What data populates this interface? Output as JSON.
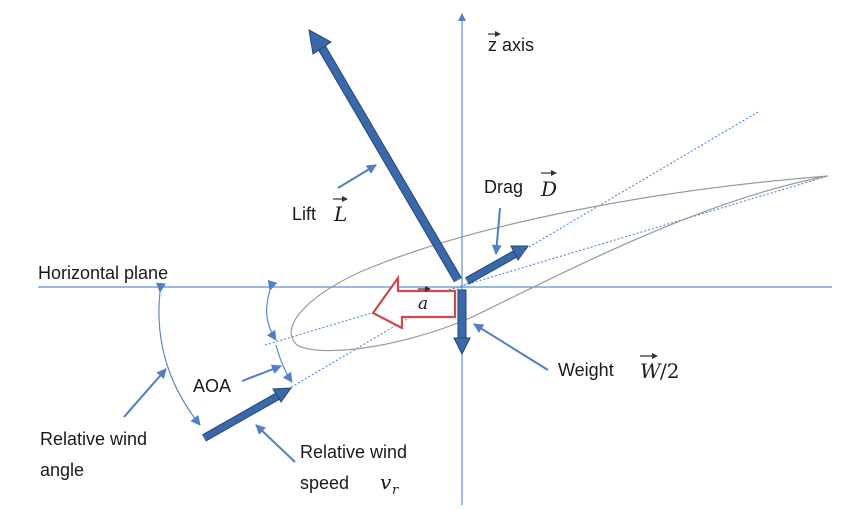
{
  "labels": {
    "z_axis": "z axis",
    "horizontal_plane": "Horizontal plane",
    "lift": "Lift",
    "lift_symbol": "L",
    "drag": "Drag",
    "drag_symbol": "D",
    "accel_symbol": "a",
    "weight": "Weight",
    "weight_symbol": "W",
    "weight_divisor": "/2",
    "aoa": "AOA",
    "relative_wind_angle_line1": "Relative wind",
    "relative_wind_angle_line2": "angle",
    "relative_wind_speed_line1": "Relative wind",
    "relative_wind_speed_line2": "speed",
    "speed_symbol": "v",
    "speed_subscript": "r"
  },
  "colors": {
    "force_arrow": "#3a68a8",
    "force_arrow_edge": "#22467a",
    "thin_line": "#5b8fd1",
    "dotted_line": "#4f86d6",
    "accel_arrow": "#cc4a4a",
    "airfoil": "#9a9a9a"
  },
  "icons": {
    "vector_overarrow": "right-arrow-icon"
  }
}
